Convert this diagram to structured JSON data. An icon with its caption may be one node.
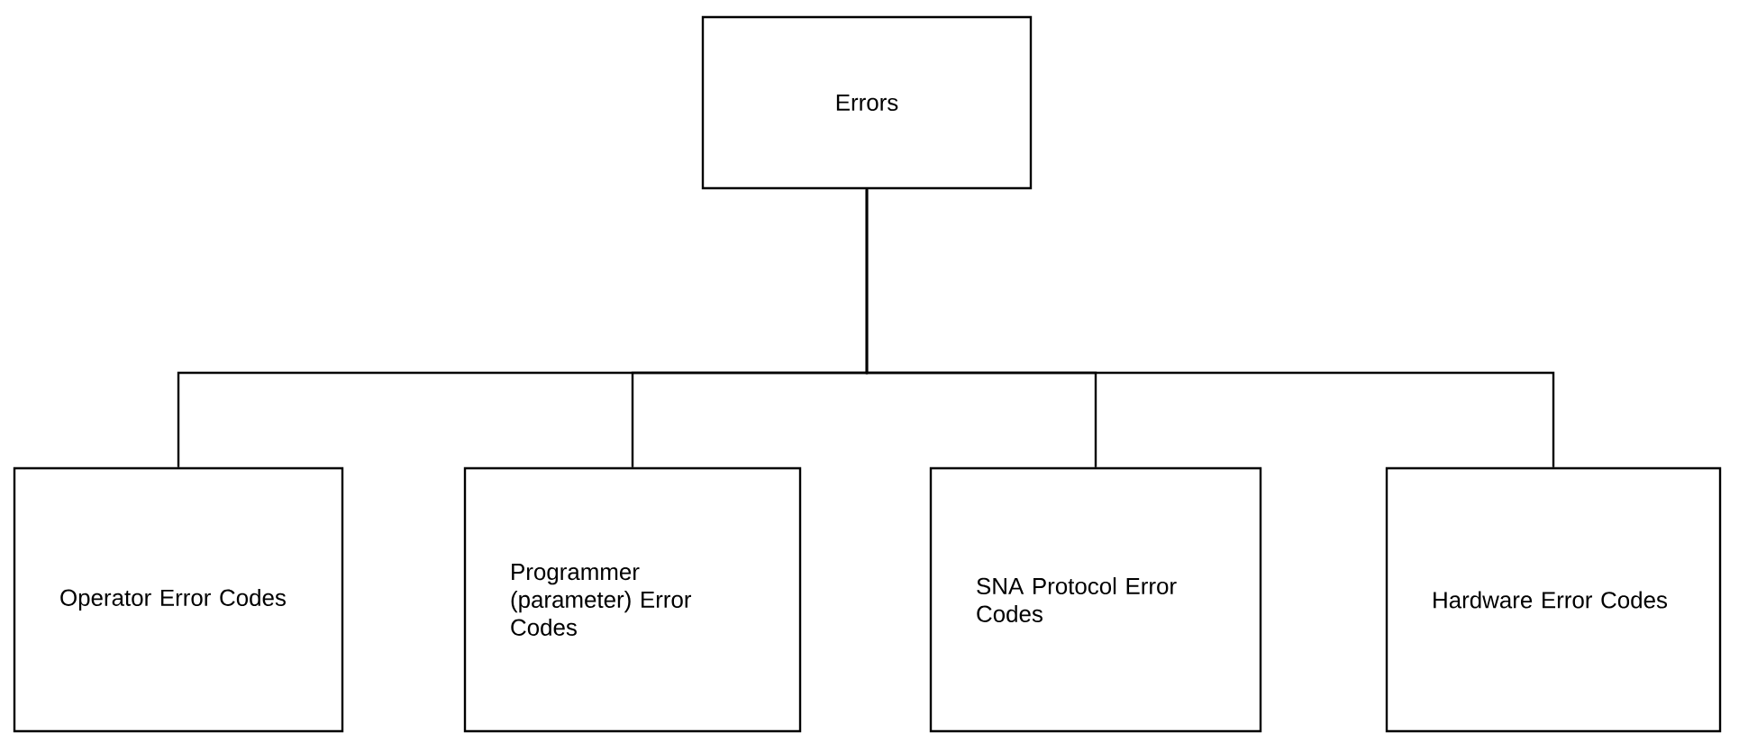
{
  "diagram": {
    "nodes": [
      {
        "text": [
          "Errors"
        ]
      },
      {
        "text": [
          "Operator Error Codes"
        ]
      },
      {
        "text": [
          "Programmer (parameter) Error Codes"
        ]
      },
      {
        "text": [
          "SNA Protocol Error Codes"
        ]
      },
      {
        "text": [
          "Hardware Error Codes"
        ]
      }
    ],
    "edges": [
      {
        "from": 0,
        "to": 1,
        "arrow": "none"
      },
      {
        "from": 0,
        "to": 2,
        "arrow": "none"
      },
      {
        "from": 0,
        "to": 3,
        "arrow": "none"
      },
      {
        "from": 0,
        "to": 4,
        "arrow": "none"
      }
    ]
  }
}
